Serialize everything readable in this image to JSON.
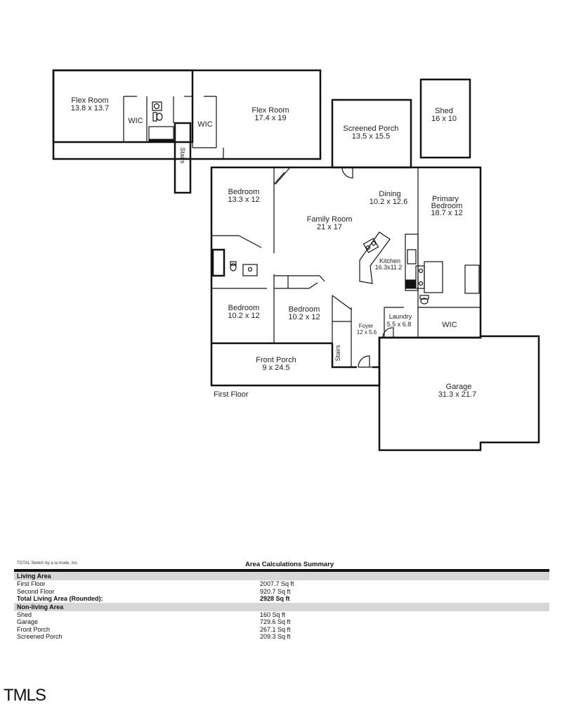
{
  "rooms": {
    "flex_room_1_name": "Flex Room",
    "flex_room_1_dims": "13.8 x 13.7",
    "wic_1": "WIC",
    "flex_room_2_name": "Flex Room",
    "flex_room_2_dims": "17.4 x 19",
    "wic_2": "WIC",
    "stairs_upper": "Stairs",
    "screened_porch_name": "Screened Porch",
    "screened_porch_dims": "13.5 x 15.5",
    "shed_name": "Shed",
    "shed_dims": "16 x 10",
    "bedroom_1_name": "Bedroom",
    "bedroom_1_dims": "13.3 x 12",
    "family_room_name": "Family Room",
    "family_room_dims": "21 x 17",
    "dining_name": "Dining",
    "dining_dims": "10.2 x 12.6",
    "primary_name_1": "Primary",
    "primary_name_2": "Bedroom",
    "primary_dims": "18.7 x 12",
    "kitchen_name": "Kitchen",
    "kitchen_dims": "16.3x11.2",
    "bedroom_2_name": "Bedroom",
    "bedroom_2_dims": "10.2 x 12",
    "bedroom_3_name": "Bedroom",
    "bedroom_3_dims": "10.2 x 12",
    "foyer_name": "Foyer",
    "foyer_dims": "12 x 5.6",
    "laundry_name": "Laundry",
    "laundry_dims": "5.5 x 6.8",
    "wic_3": "WIC",
    "stairs_lower": "Stairs",
    "front_porch_name": "Front Porch",
    "front_porch_dims": "9 x 24.5",
    "garage_name": "Garage",
    "garage_dims": "31.3 x 21.7",
    "floor_label": "First Floor"
  },
  "summary": {
    "credit": "TOTAL Sketch by a la mode, inc.",
    "title": "Area Calculations Summary",
    "living_header": "Living Area",
    "first_floor_label": "First Floor",
    "first_floor_value": "2007.7 Sq ft",
    "second_floor_label": "Second Floor",
    "second_floor_value": "920.7 Sq ft",
    "total_label": "Total Living Area (Rounded):",
    "total_value": "2928 Sq ft",
    "nonliving_header": "Non-living Area",
    "shed_label": "Shed",
    "shed_value": "160 Sq ft",
    "garage_label": "Garage",
    "garage_value": "729.6 Sq ft",
    "front_porch_label": "Front Porch",
    "front_porch_value": "267.1 Sq ft",
    "screened_porch_label": "Screened Porch",
    "screened_porch_value": "209.3 Sq ft"
  },
  "watermark": "TMLS"
}
